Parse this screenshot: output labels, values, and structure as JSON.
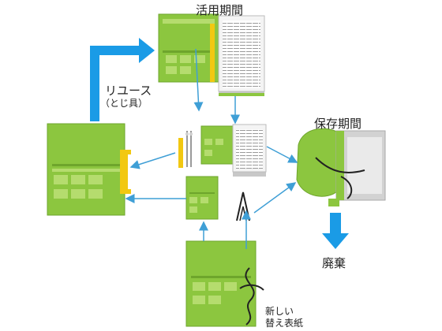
{
  "labels": {
    "usage_period": "活用期間",
    "reuse": "リユース",
    "reuse_sub": "（とじ具）",
    "storage_period": "保存期間",
    "disposal": "廃棄",
    "new_cover_line1": "新しい",
    "new_cover_line2": "替え表紙"
  },
  "colors": {
    "folder_green": "#8cc63f",
    "folder_dark": "#6ea52c",
    "folder_light": "#b5dc6e",
    "arrow_blue": "#1a9be6",
    "thin_arrow": "#3f9fd6",
    "fastener_yellow": "#f2c811"
  },
  "icons": [
    "thick-arrow-icon",
    "thin-arrow-icon",
    "fastener-icon",
    "string-tie-icon"
  ]
}
